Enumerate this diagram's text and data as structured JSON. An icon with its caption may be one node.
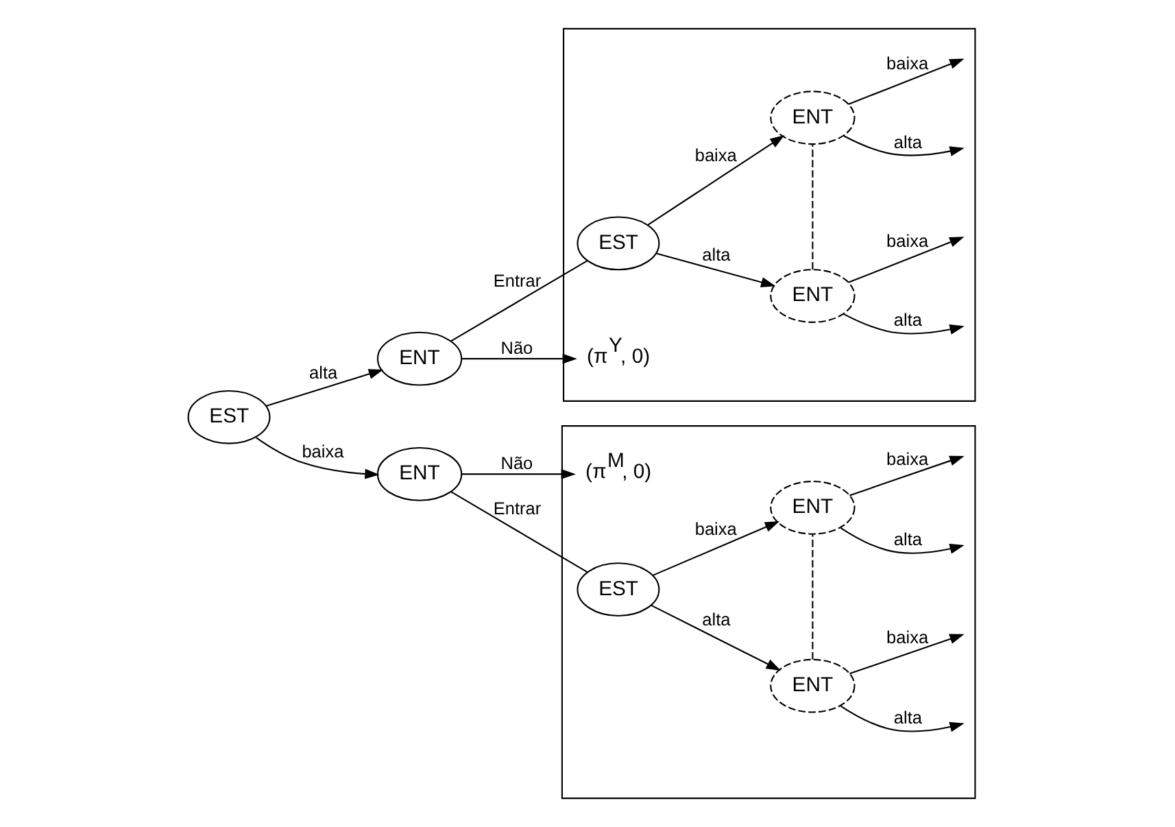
{
  "diagram": {
    "nodes": [
      {
        "text": [
          "EST"
        ]
      },
      {
        "text": [
          "ENT"
        ]
      },
      {
        "text": [
          "ENT"
        ]
      },
      {
        "text": [],
        "shape": "box"
      },
      {
        "text": [
          "EST"
        ],
        "in": 3
      },
      {
        "text": [
          "ENT"
        ],
        "in": 3
      },
      {
        "text": [
          "ENT"
        ],
        "in": 3
      },
      {
        "text": [
          "(π$^{Y}$, 0)"
        ],
        "in": 3
      },
      {
        "text": [],
        "shape": "box"
      },
      {
        "text": [
          "(π$^{M}$, 0)"
        ],
        "in": 8
      },
      {
        "text": [
          "EST"
        ],
        "in": 8
      },
      {
        "text": [
          "ENT"
        ],
        "in": 8
      },
      {
        "text": [
          "ENT"
        ],
        "in": 8
      }
    ],
    "edges": [
      {
        "from": 0,
        "to": 1,
        "arrow": "to",
        "label": "alta"
      },
      {
        "from": 0,
        "to": 2,
        "arrow": "to",
        "label": "baixa"
      },
      {
        "from": 1,
        "to": 4,
        "arrow": "none",
        "label": "Entrar"
      },
      {
        "from": 1,
        "to": 7,
        "arrow": "to",
        "label": "Não"
      },
      {
        "from": 4,
        "to": 5,
        "arrow": "to",
        "label": "alta"
      },
      {
        "from": 4,
        "to": 6,
        "arrow": "to",
        "label": "baixa"
      },
      {
        "from": 5,
        "to": 6,
        "arrow": "none",
        "style": "dashed"
      },
      {
        "from": 5,
        "to": null,
        "arrow": "to",
        "label": "alta"
      },
      {
        "from": 5,
        "to": null,
        "arrow": "to",
        "label": "baixa"
      },
      {
        "from": 6,
        "to": null,
        "arrow": "to",
        "label": "alta"
      },
      {
        "from": 6,
        "to": null,
        "arrow": "to",
        "label": "baixa"
      },
      {
        "from": 2,
        "to": 9,
        "arrow": "to",
        "label": "Não"
      },
      {
        "from": 2,
        "to": 10,
        "arrow": "none",
        "label": "Entrar"
      },
      {
        "from": 10,
        "to": 11,
        "arrow": "to",
        "label": "alta"
      },
      {
        "from": 10,
        "to": 12,
        "arrow": "to",
        "label": "baixa"
      },
      {
        "from": 11,
        "to": 12,
        "arrow": "none",
        "style": "dashed"
      },
      {
        "from": 11,
        "to": null,
        "arrow": "to",
        "label": "alta"
      },
      {
        "from": 11,
        "to": null,
        "arrow": "to",
        "label": "baixa"
      },
      {
        "from": 12,
        "to": null,
        "arrow": "to",
        "label": "alta"
      },
      {
        "from": 12,
        "to": null,
        "arrow": "to",
        "label": "baixa"
      }
    ]
  }
}
